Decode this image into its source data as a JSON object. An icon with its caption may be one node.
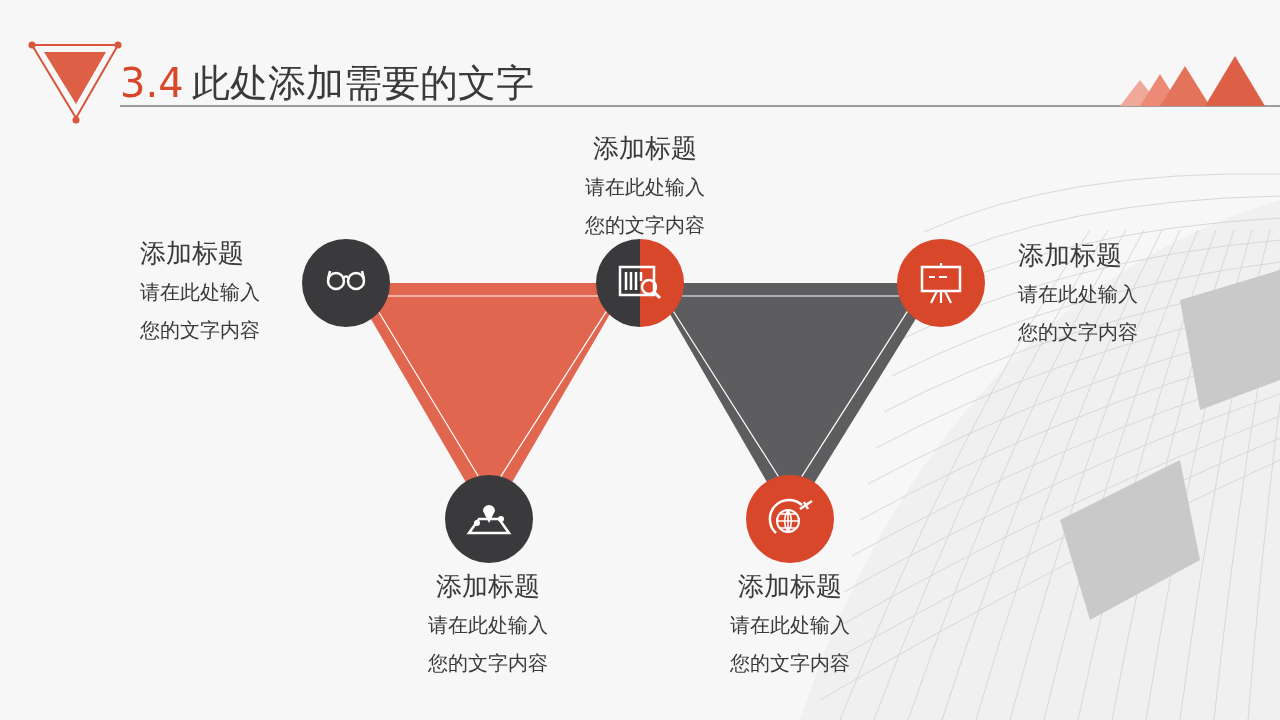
{
  "diagram": {
    "title": "此处添加需要的文字",
    "labels": [
      "3.4"
    ],
    "nodes": [
      {
        "text": [],
        "shape": "circle",
        "beside": [
          "添加标题",
          "请在此处输入您的文字内容"
        ]
      },
      {
        "text": [],
        "shape": "circle",
        "beside": [
          "添加标题",
          "请在此处输入您的文字内容"
        ]
      },
      {
        "text": [],
        "shape": "circle",
        "beside": [
          "添加标题",
          "请在此处输入您的文字内容"
        ]
      },
      {
        "text": [],
        "shape": "circle",
        "beside": [
          "添加标题",
          "请在此处输入您的文字内容"
        ]
      },
      {
        "text": [],
        "shape": "circle",
        "beside": [
          "添加标题",
          "请在此处输入您的文字内容"
        ]
      }
    ],
    "edges": [
      {
        "from": 0,
        "to": 1,
        "arrow": "none"
      },
      {
        "from": 0,
        "to": 3,
        "arrow": "none"
      },
      {
        "from": 1,
        "to": 3,
        "arrow": "none"
      },
      {
        "from": 1,
        "to": 2,
        "arrow": "none"
      },
      {
        "from": 1,
        "to": 4,
        "arrow": "none"
      },
      {
        "from": 2,
        "to": 4,
        "arrow": "none"
      }
    ]
  }
}
